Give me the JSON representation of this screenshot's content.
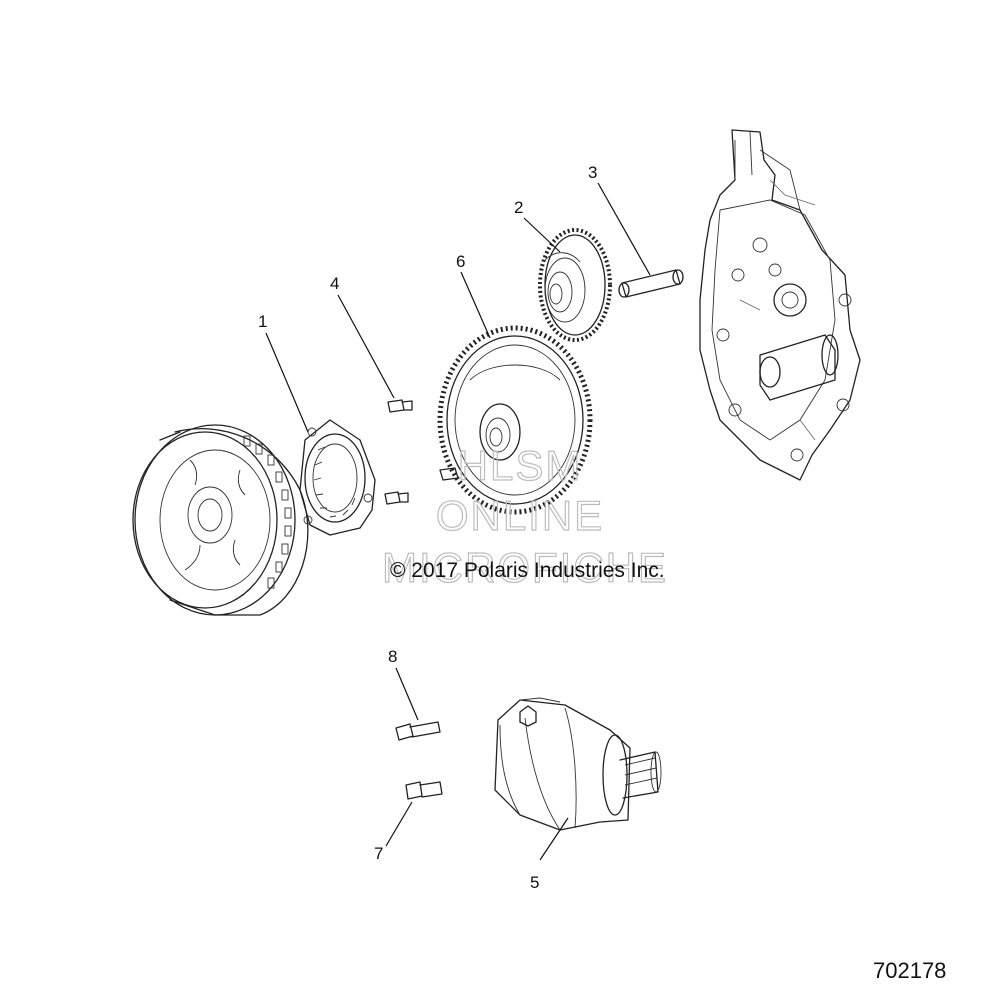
{
  "callouts": {
    "c1": "1",
    "c2": "2",
    "c3": "3",
    "c4": "4",
    "c5": "5",
    "c6": "6",
    "c7": "7",
    "c8": "8"
  },
  "copyright": "© 2017 Polaris Industries Inc.",
  "diagram_id": "702178",
  "watermark": {
    "line1": "HLSM",
    "line2": "ONLINE",
    "line3": "MICROFICHE"
  }
}
